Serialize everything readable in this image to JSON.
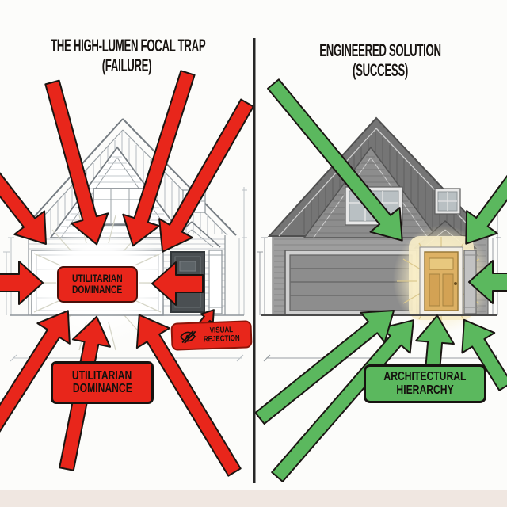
{
  "colors": {
    "red": "#e8261b",
    "green": "#5bb85e",
    "arrow_outline": "#1a1512",
    "divider": "#262626",
    "door_glow": "#f7edc9",
    "door_wood": "#ddb164"
  },
  "left_panel": {
    "title_line1": "THE HIGH-LUMEN FOCAL TRAP",
    "title_line2": "(FAILURE)",
    "center_label": {
      "line1": "UTILITARIAN",
      "line2": "DOMINANCE"
    },
    "bottom_label": {
      "line1": "UTILITARIAN",
      "line2": "DOMINANCE"
    },
    "badge": {
      "line1": "VISUAL",
      "line2": "REJECTION"
    }
  },
  "right_panel": {
    "title_line1": "ENGINEERED SOLUTION",
    "title_line2": "(SUCCESS)",
    "label": {
      "line1": "ARCHITECTURAL",
      "line2": "HIERARCHY"
    }
  }
}
